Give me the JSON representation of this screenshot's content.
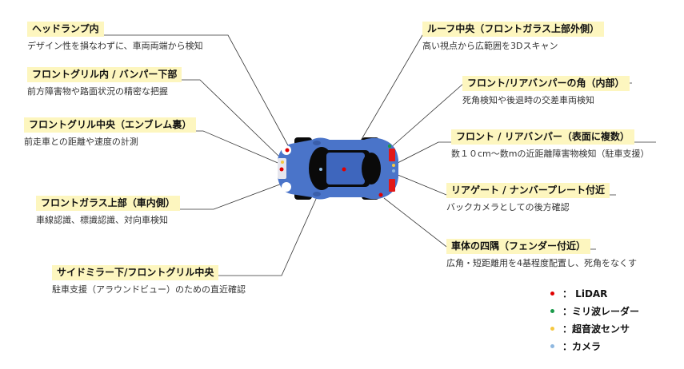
{
  "labels": {
    "headlamp": {
      "title": "ヘッドランプ内",
      "desc": "デザイン性を損なわずに、車両両端から検知"
    },
    "grille_bumper": {
      "title": "フロントグリル内 / バンパー下部",
      "desc": "前方障害物や路面状況の精密な把握"
    },
    "grille_emblem": {
      "title": "フロントグリル中央（エンブレム裏）",
      "desc": "前走車との距離や速度の計測"
    },
    "windshield": {
      "title": "フロントガラス上部（車内側）",
      "desc": "車線認識、標識認識、対向車検知"
    },
    "mirror": {
      "title": "サイドミラー下/フロントグリル中央",
      "desc": "駐車支援（アラウンドビュー）のための直近確認"
    },
    "roof": {
      "title": "ルーフ中央（フロントガラス上部外側）",
      "desc": "高い視点から広範囲を3Dスキャン"
    },
    "bumper_corner": {
      "title": "フロント/リアバンパーの角（内部）",
      "desc": "死角検知や後退時の交差車両検知"
    },
    "bumper_surface": {
      "title": "フロント / リアバンパー（表面に複数）",
      "desc": "数１０cm～数mの近距離障害物検知（駐車支援）"
    },
    "liftgate": {
      "title": "リアゲート / ナンバープレート付近",
      "desc": "バックカメラとしての後方確認"
    },
    "fender": {
      "title": "車体の四隅（フェンダー付近）",
      "desc": "広角・短距離用を4基程度配置し、死角をなくす"
    }
  },
  "legend": [
    {
      "label": "：  LiDAR",
      "color": "#e00000"
    },
    {
      "label": "：ミリ波レーダー",
      "color": "#1a9a4a"
    },
    {
      "label": "：超音波センサ",
      "color": "#f5c842"
    },
    {
      "label": "：カメラ",
      "color": "#8fb8e0"
    }
  ],
  "colors": {
    "car_body": "#4a74c9",
    "car_dark": "#0a0a0a",
    "title_bg": "#fdf6bf",
    "line": "#333333"
  }
}
